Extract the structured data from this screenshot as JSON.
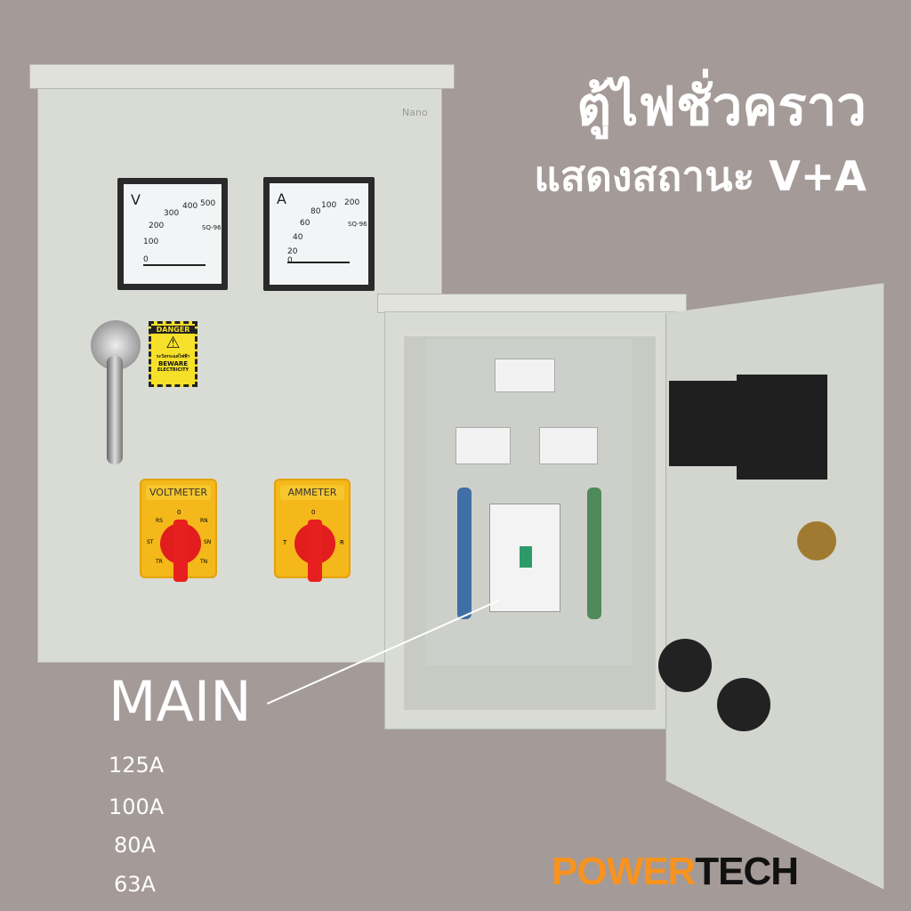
{
  "headline": {
    "line1": "ตู้ไฟชั่วคราว",
    "line2": "แสดงสถานะ V+A"
  },
  "cabinet": {
    "brand": "Nano"
  },
  "voltmeter": {
    "unit": "V",
    "scale": [
      "0",
      "100",
      "200",
      "300",
      "400",
      "500"
    ],
    "model": "SQ-96"
  },
  "ammeter": {
    "unit": "A",
    "scale": [
      "0",
      "20",
      "40",
      "60",
      "80",
      "100",
      "200"
    ],
    "model": "SQ-96"
  },
  "danger_sign": {
    "title": "DANGER",
    "thai": "ระวังกระแสไฟฟ้า",
    "line1": "BEWARE",
    "line2": "ELECTRICITY"
  },
  "voltmeter_switch": {
    "label": "VOLTMETER",
    "positions": [
      "0",
      "RS",
      "ST",
      "TR",
      "RN",
      "SN",
      "TN"
    ]
  },
  "ammeter_switch": {
    "label": "AMMETER",
    "positions": [
      "0",
      "T",
      "R"
    ]
  },
  "breaker": {
    "label": "MAIN",
    "ratings": [
      "125A",
      "100A",
      "80A",
      "63A"
    ]
  },
  "logo": {
    "part1": "POWER",
    "part2": "TECH",
    "colors": {
      "power": "#f7931e",
      "tech": "#111111"
    }
  }
}
